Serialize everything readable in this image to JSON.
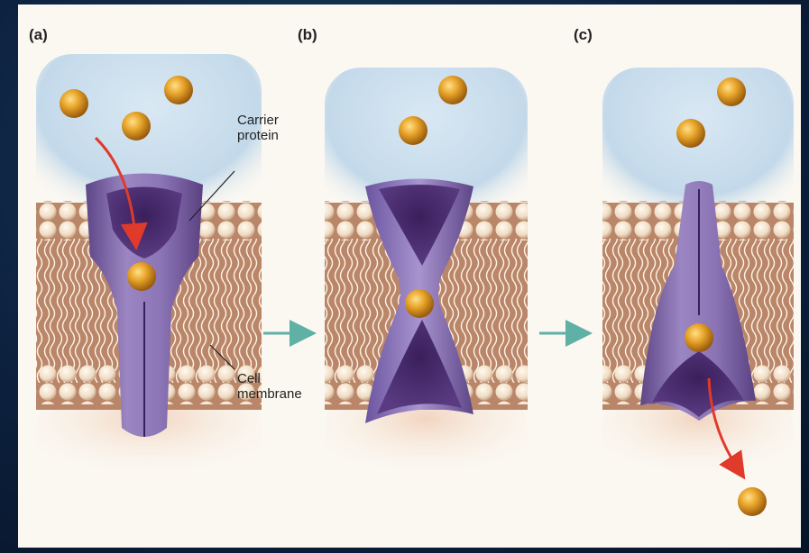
{
  "panels": [
    {
      "label": "(a)"
    },
    {
      "label": "(b)"
    },
    {
      "label": "(c)"
    }
  ],
  "annotations": {
    "carrier_protein": [
      "Carrier",
      "protein"
    ],
    "cell_membrane": [
      "Cell",
      "membrane"
    ]
  },
  "colors": {
    "protein": "#8a73b0",
    "protein_dark": "#4a2c6e",
    "solute": "#e4a22a",
    "transport_arrow": "#e03a2b",
    "step_arrow": "#5fb0a5",
    "membrane": "#b27b5a"
  }
}
